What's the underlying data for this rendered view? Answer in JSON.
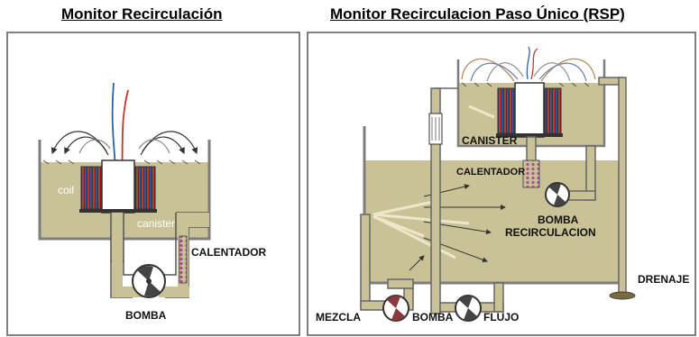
{
  "titles": {
    "left": "Monitor Recirculación",
    "right": "Monitor Recirculacion Paso Único    (RSP)"
  },
  "left_diagram": {
    "labels": {
      "coil": "coil",
      "canister": "canister",
      "heater": "CALENTADOR",
      "pump": "BOMBA"
    }
  },
  "right_diagram": {
    "labels": {
      "canister": "CANISTER",
      "heater": "CALENTADOR",
      "recirc_pump_line1": "BOMBA",
      "recirc_pump_line2": "RECIRCULACION",
      "drain": "DRENAJE",
      "mix": "MEZCLA",
      "pump": "BOMBA",
      "flow": "FLUJO"
    }
  },
  "colors": {
    "fluid": "#c9c296",
    "frame": "#888888",
    "panel_border": "#555555",
    "coil_red": "#c0392b",
    "coil_blue": "#2f5fa8",
    "pipe": "#d9cfa6",
    "heater": "#b04a9a"
  }
}
